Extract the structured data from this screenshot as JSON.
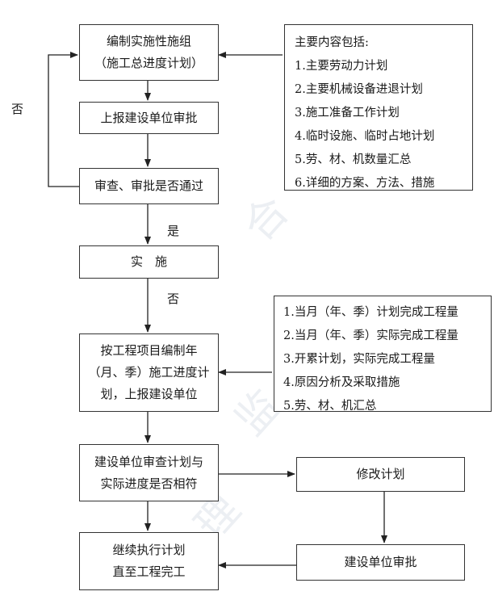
{
  "boxes": {
    "compile_plan": "编制实施性施组\n（施工总进度计划）",
    "submit_approval": "上报建设单位审批",
    "review_passed": "审查、审批是否通过",
    "implement": "实　施",
    "compile_periodic": "按工程项目编制年\n（月、季）施工进度计\n划，上报建设单位",
    "owner_review": "建设单位审查计划与\n实际进度是否相符",
    "continue_execution": "继续执行计划\n直至工程完工",
    "modify_plan": "修改计划",
    "owner_approval": "建设单位审批"
  },
  "notes": {
    "main_content": {
      "title": "主要内容包括:",
      "items": [
        "1.主要劳动力计划",
        "2.主要机械设备进退计划",
        "3.施工准备工作计划",
        "4.临时设施、临时占地计划",
        "5.劳、材、机数量汇总",
        "6.详细的方案、方法、措施"
      ]
    },
    "periodic_content": {
      "items": [
        "1.当月（年、季）计划完成工程量",
        "2.当月（年、季）实际完成工程量",
        "3.开累计划，实际完成工程量",
        "4.原因分析及采取措施",
        "5.劳、材、机汇总"
      ]
    }
  },
  "labels": {
    "no_loop": "否",
    "yes": "是",
    "no_implement": "否"
  }
}
